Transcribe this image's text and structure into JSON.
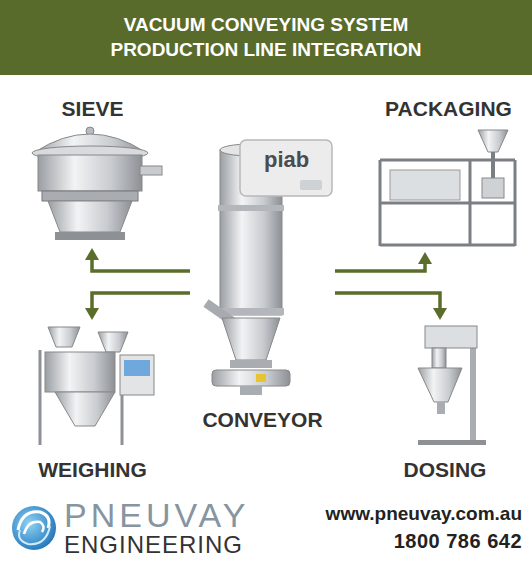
{
  "diagram": {
    "title": "VACUUM CONVEYING SYSTEM PRODUCTION LINE INTEGRATION",
    "nodes": [
      {
        "text": [
          "SIEVE"
        ]
      },
      {
        "text": [
          "PACKAGING"
        ]
      },
      {
        "text": [
          "CONVEYOR"
        ]
      },
      {
        "text": [
          "WEIGHING"
        ]
      },
      {
        "text": [
          "DOSING"
        ]
      }
    ],
    "edges": [
      {
        "from": 2,
        "to": 0,
        "arrow": "to"
      },
      {
        "from": 2,
        "to": 3,
        "arrow": "to"
      },
      {
        "from": 2,
        "to": 1,
        "arrow": "to"
      },
      {
        "from": 2,
        "to": 4,
        "arrow": "to"
      }
    ],
    "labels": [
      "piab",
      "PNEUVAY",
      "ENGINEERING",
      "www.pneuvay.com.au",
      "1800 786 642"
    ]
  }
}
